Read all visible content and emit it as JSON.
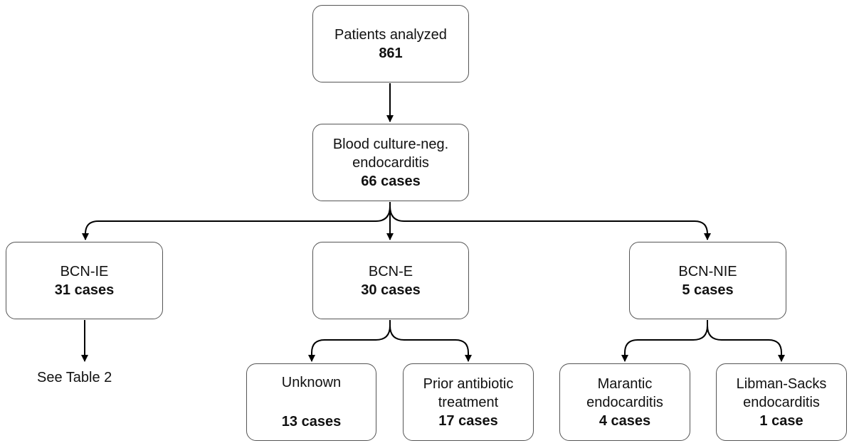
{
  "nodes": {
    "patients": {
      "label": "Patients analyzed",
      "count": "861"
    },
    "bcne_total": {
      "label_line1": "Blood culture-neg.",
      "label_line2": "endocarditis",
      "count": "66 cases"
    },
    "bcn_ie": {
      "label": "BCN-IE",
      "count": "31 cases"
    },
    "bcn_e": {
      "label": "BCN-E",
      "count": "30 cases"
    },
    "bcn_nie": {
      "label": "BCN-NIE",
      "count": "5 cases"
    },
    "unknown": {
      "label": "Unknown",
      "count": "13 cases"
    },
    "prior_antibiotic": {
      "label_line1": "Prior antibiotic",
      "label_line2": "treatment",
      "count": "17 cases"
    },
    "marantic": {
      "label_line1": "Marantic",
      "label_line2": "endocarditis",
      "count": "4 cases"
    },
    "libman_sacks": {
      "label_line1": "Libman-Sacks",
      "label_line2": "endocarditis",
      "count": "1 case"
    }
  },
  "notes": {
    "see_table": "See Table 2"
  },
  "colors": {
    "line": "#000000",
    "border": "#555555",
    "text": "#111111"
  }
}
